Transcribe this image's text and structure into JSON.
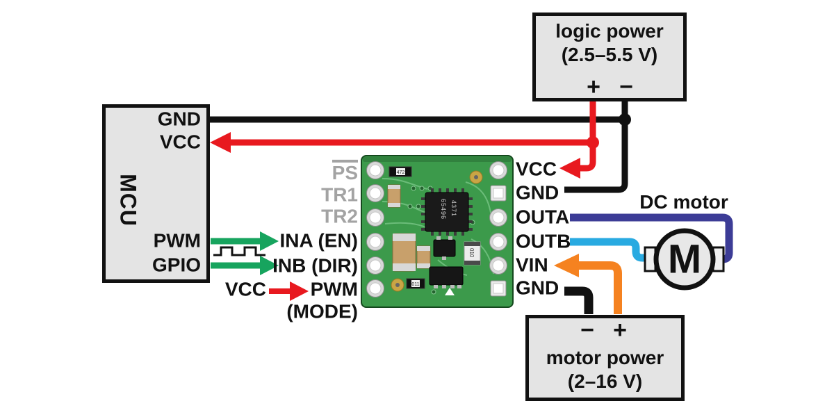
{
  "colors": {
    "black": "#111111",
    "red": "#e8191f",
    "green": "#17a45e",
    "navy": "#3c3c96",
    "light_blue": "#29aae1",
    "orange": "#f58220",
    "gray_label": "#a3a3a3",
    "box_fill": "#e4e4e4",
    "pcb_green": "#3c9a4b",
    "motor_fill": "#e8e8e8"
  },
  "mcu": {
    "label": "MCU",
    "pins": [
      "GND",
      "VCC",
      "PWM",
      "GPIO"
    ]
  },
  "logic_power": {
    "line1": "logic power",
    "line2": "(2.5–5.5 V)",
    "plus": "+",
    "minus": "−"
  },
  "motor_power": {
    "line1": "motor power",
    "line2": "(2–16 V)",
    "minus": "−",
    "plus": "+"
  },
  "driver_board": {
    "left_pins": [
      {
        "label": "PS",
        "gray": true,
        "overline": true
      },
      {
        "label": "TR1",
        "gray": true
      },
      {
        "label": "TR2",
        "gray": true
      },
      {
        "label": "INA (EN)"
      },
      {
        "label": "INB (DIR)"
      },
      {
        "label": "PWM"
      },
      {
        "label": "(MODE)"
      }
    ],
    "right_pins": [
      "VCC",
      "GND",
      "OUTA",
      "OUTB",
      "VIN",
      "GND"
    ],
    "chip_marking_line1": "65496",
    "chip_marking_line2": "4371",
    "component_markings": [
      "472",
      "010",
      "011"
    ]
  },
  "motor": {
    "label": "DC motor",
    "symbol": "M"
  },
  "mode_source_label": "VCC"
}
